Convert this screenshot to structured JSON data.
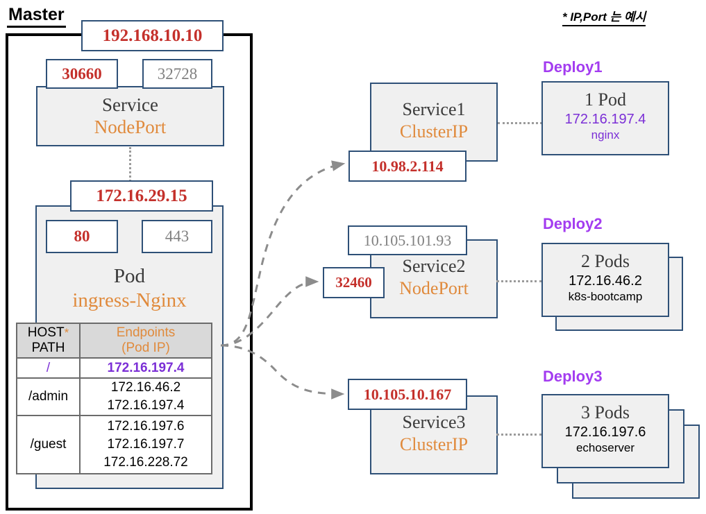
{
  "master": {
    "label": "Master",
    "node_ip": "192.168.10.10",
    "nodeports": {
      "active": "30660",
      "inactive": "32728"
    },
    "service": {
      "title": "Service",
      "type": "NodePort"
    },
    "pod_ip": "172.16.29.15",
    "pod_ports": {
      "active": "80",
      "inactive": "443"
    },
    "pod": {
      "title": "Pod",
      "name": "ingress-Nginx"
    }
  },
  "note": "* IP,Port 는 예시",
  "route_table": {
    "headers": {
      "host": "HOST",
      "host_star": "*",
      "path": "PATH",
      "endpoints": "Endpoints",
      "endpoints_sub": "(Pod IP)"
    },
    "rows": [
      {
        "path": "/",
        "endpoints": [
          "172.16.197.4"
        ],
        "highlight": true
      },
      {
        "path": "/admin",
        "endpoints": [
          "172.16.46.2",
          "172.16.197.4"
        ],
        "highlight": false
      },
      {
        "path": "/guest",
        "endpoints": [
          "172.16.197.6",
          "172.16.197.7",
          "172.16.228.72"
        ],
        "highlight": false
      }
    ]
  },
  "services": [
    {
      "name": "Service1",
      "type": "ClusterIP",
      "cluster_ip": "10.98.2.114",
      "node_port": null
    },
    {
      "name": "Service2",
      "type": "NodePort",
      "cluster_ip": "10.105.101.93",
      "node_port": "32460"
    },
    {
      "name": "Service3",
      "type": "ClusterIP",
      "cluster_ip": "10.105.10.167",
      "node_port": null
    }
  ],
  "deployments": [
    {
      "label": "Deploy1",
      "count": "1 Pod",
      "pod_ip": "172.16.197.4",
      "image": "nginx",
      "replicas": 1
    },
    {
      "label": "Deploy2",
      "count": "2 Pods",
      "pod_ip": "172.16.46.2",
      "image": "k8s-bootcamp",
      "replicas": 2
    },
    {
      "label": "Deploy3",
      "count": "3 Pods",
      "pod_ip": "172.16.197.6",
      "image": "echoserver",
      "replicas": 3
    }
  ],
  "colors": {
    "box_border": "#2e5077",
    "box_fill": "#f0f0f0",
    "red": "#c4302b",
    "orange": "#e08a3c",
    "purple": "#7b2fd6",
    "deploy_purple": "#a33cf0",
    "gray": "#808080",
    "arrow_gray": "#8c8c8c"
  }
}
